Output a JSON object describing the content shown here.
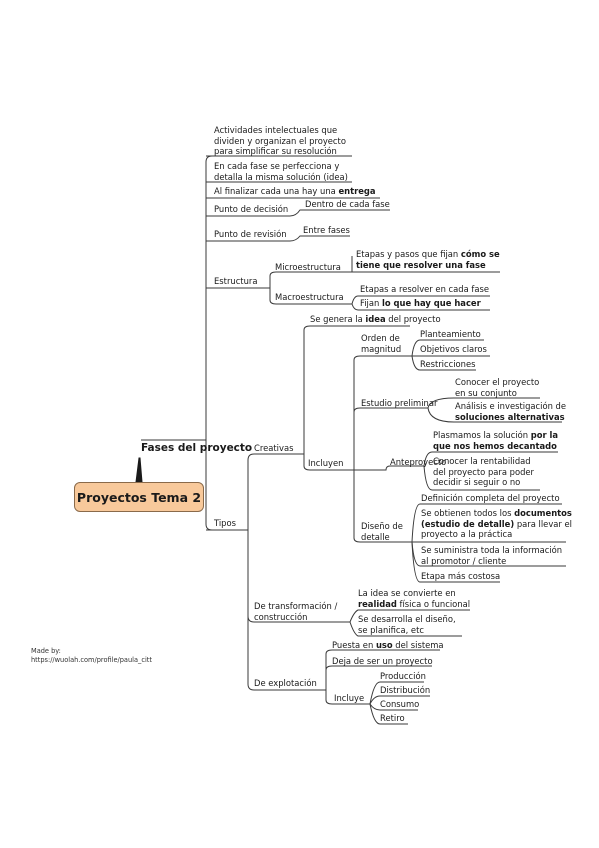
{
  "root": "Proyectos Tema 2",
  "main": "Fases del proyecto",
  "credit": {
    "line1": "Made by:",
    "line2": "https://wuolah.com/profile/paula_citt"
  },
  "items": {
    "actividades": [
      "Actividades intelectuales que",
      "dividen y organizan el proyecto",
      "para simplificar su resolución"
    ],
    "cada_fase": [
      "En cada fase se perfecciona y",
      "detalla la misma solución (idea)"
    ],
    "al_finalizar": [
      "Al finalizar cada una hay una ",
      "entrega"
    ],
    "punto_decision": "Punto de decisión",
    "dentro_fase": "Dentro de cada fase",
    "punto_revision": "Punto de revisión",
    "entre_fases": "Entre fases",
    "estructura": "Estructura",
    "microestructura": "Microestructura",
    "etapas_pasos": [
      "Etapas y pasos que fijan ",
      "cómo se",
      "tiene que resolver una fase"
    ],
    "macroestructura": "Macroestructura",
    "etapas_resolver": "Etapas a resolver en cada fase",
    "fijan": [
      "Fijan ",
      "lo que hay que hacer"
    ],
    "tipos": "Tipos",
    "creativas": "Creativas",
    "se_genera": [
      "Se genera la ",
      "idea",
      " del proyecto"
    ],
    "incluyen": "Incluyen",
    "orden": [
      "Orden de",
      "magnitud"
    ],
    "planteamiento": "Planteamiento",
    "objetivos": "Objetivos claros",
    "restricciones": "Restricciones",
    "estudio": "Estudio preliminar",
    "conocer_proyecto": [
      "Conocer el proyecto",
      "en su conjunto"
    ],
    "analisis": [
      "Análisis e investigación de",
      "soluciones alternativas"
    ],
    "anteproyecto": "Anteproyecto",
    "plasmamos": [
      "Plasmamos la solución ",
      "por la",
      "que nos hemos decantado"
    ],
    "conocer_rent": [
      "Conocer la rentabilidad",
      "del proyecto para poder",
      "decidir si seguir o no"
    ],
    "diseno": [
      "Diseño de",
      "detalle"
    ],
    "definicion": "Definición completa del proyecto",
    "obtienen": [
      "Se obtienen todos los ",
      "documentos",
      "(estudio de detalle)",
      " para llevar el",
      "proyecto a la práctica"
    ],
    "suministra": [
      "Se suministra toda la información",
      "al promotor / cliente"
    ],
    "etapa_costosa": "Etapa más costosa",
    "transformacion": [
      "De transformación /",
      "construcción"
    ],
    "idea_convierte": [
      "La idea se convierte en",
      "realidad",
      " física o funcional"
    ],
    "desarrolla": [
      "Se desarrolla el diseño,",
      "se planifica, etc"
    ],
    "explotacion": "De explotación",
    "puesta": [
      "Puesta en ",
      "uso",
      " del sistema"
    ],
    "deja": "Deja de ser un proyecto",
    "incluye": "Incluye",
    "produccion": "Producción",
    "distribucion": "Distribución",
    "consumo": "Consumo",
    "retiro": "Retiro"
  }
}
